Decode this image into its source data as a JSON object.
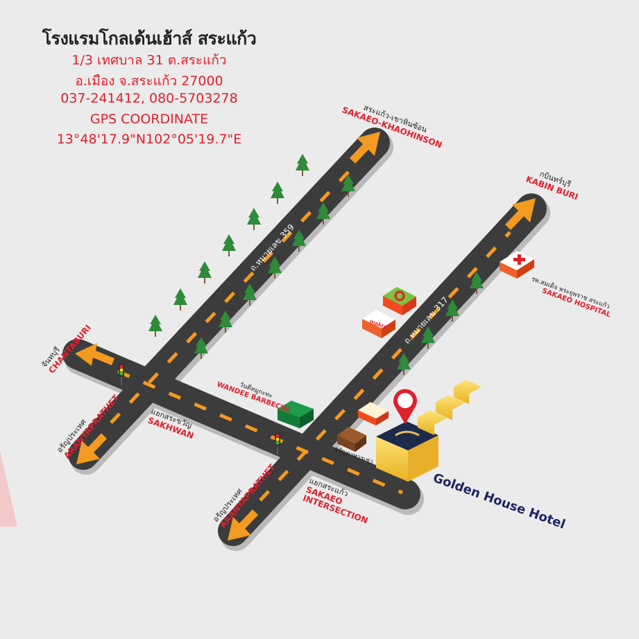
{
  "header": {
    "hotel_name_th": "โรงแรมโกลเด้นเฮ้าส์ สระแก้ว",
    "address_line1": "1/3 เทศบาล 31 ต.สระแก้ว",
    "address_line2": "อ.เมือง จ.สระแก้ว 27000",
    "phones": "037-241412, 080-5703278",
    "gps_label": "GPS  COORDINATE",
    "gps_value": "13°48'17.9\"N102°05'19.7\"E"
  },
  "roads": {
    "road_359": "ถ.หมายเลข 359",
    "road_317": "ถ.หมายเลข 317"
  },
  "destinations": {
    "khaohinson": {
      "th": "สระแก้ว-เขาหินซ้อน",
      "en": "SAKAEO-KHAOHINSON"
    },
    "kabinburi": {
      "th": "กบินทร์บุรี",
      "en": "KABIN BURI"
    },
    "chantaburi": {
      "th": "จันทบุรี",
      "en": "CHANTABURI"
    },
    "aranyaprathet_left": {
      "th": "อรัญประเทศ",
      "en": "ARANYAPRATHET"
    },
    "aranyaprathet_right": {
      "th": "อรัญประเทศ",
      "en": "ARANYAPRATHET"
    }
  },
  "landmarks": {
    "sakhwan": {
      "th": "แยกสระขวัญ",
      "en": "SAKHWAN"
    },
    "wandee": {
      "th": "วันดีหมูกะทะ",
      "en": "WANDEE BARBECUE"
    },
    "intersection": {
      "th": "แยกสระแก้ว",
      "en": "SAKAEO INTERSECTION"
    },
    "hospital": {
      "th": "รพ.สมเด็จ พระยุพราช สระแก้ว",
      "en": "SAKAEO HOSPITAL"
    },
    "makro": "makro",
    "restaurant": "อรัญอาหารเช่า"
  },
  "hotel_label": "Golden House Hotel",
  "colors": {
    "road": "#3c3c3c",
    "dash": "#f39a21",
    "accent": "#e0202c",
    "hotel_text": "#1e2560"
  }
}
